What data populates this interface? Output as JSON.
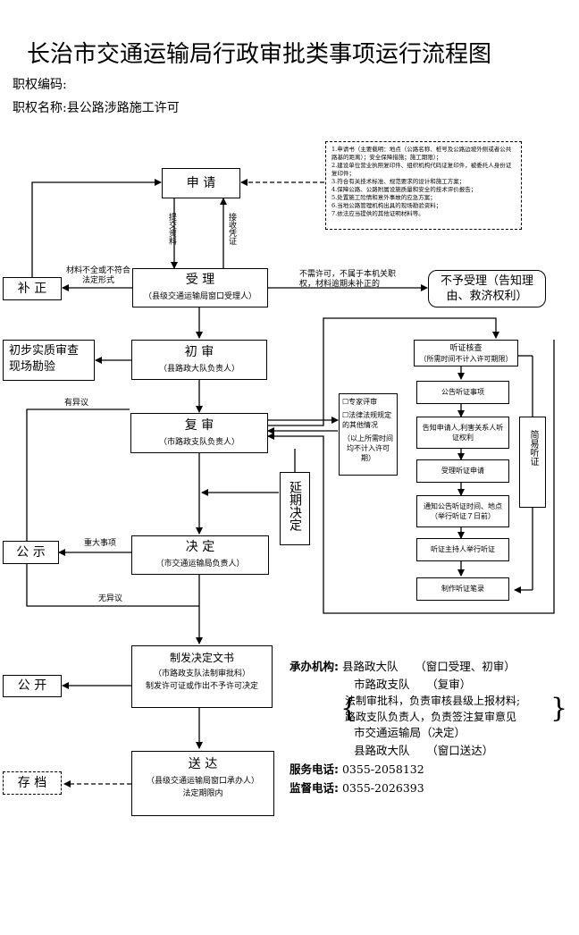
{
  "title": "长治市交通运输局行政审批类事项运行流程图",
  "code_label": "职权编码:",
  "name_label": "职权名称:",
  "name_value": "县公路涉路施工许可",
  "materials_list": [
    "1.申请书（主要载明：地点（公路名称、桩号及公路边坡外侧或者公共路基的距离）；安全保障措施；施工期限）；",
    "2.建设单位营业执照复印件、组织机构代码证复印件，被委托人身份证复印件；",
    "3.符合有关技术标准、规范要求的设计和施工方案；",
    "4.保障公路、公路附属设施质量和安全的技术评价报告；",
    "5.处置施工险情和意外事故的应急方案；",
    "6.当地公路管理机构出具的现场勘验资料；",
    "7.依法应当提供的其他证明材料等。"
  ],
  "nodes": {
    "apply": "申 请",
    "accept": "受 理",
    "accept_sub": "（县级交通运输局窗口受理人）",
    "supplement": "补 正",
    "reject": "不予受理（告知理由、救济权利）",
    "review1": "初 审",
    "review1_sub": "（县路政大队负责人）",
    "site_check": "初步实质审查现场勘验",
    "review2": "复 审",
    "review2_sub": "（市路政支队负责人）",
    "delay": "延期决定",
    "decide": "决 定",
    "decide_sub": "（市交通运输局负责人）",
    "publicize": "公 示",
    "document": "制发决定文书",
    "document_sub": "（市路政支队法制审批科）",
    "document_sub2": "制发许可证或作出不予许可决定",
    "announce": "公 开",
    "deliver": "送 达",
    "deliver_sub": "（县级交通运输局窗口承办人）",
    "deliver_sub2": "法定期限内",
    "archive": "存 档"
  },
  "expert": {
    "line1": "☐专家评审",
    "line2": "☐法律法规规定的其他情况",
    "line3": "（以上所需时间均不计入许可期）"
  },
  "hearing": {
    "title": "听证核查",
    "title_sub": "（所需时间不计入许可期限）",
    "steps": [
      "公告听证事项",
      "告知申请人,利害关系人听证权利",
      "受理听证申请",
      "通知公告听证时间、地点（举行听证７日前）",
      "听证主持人举行听证",
      "制作听证笔录"
    ],
    "simple": "简易听证"
  },
  "labels": {
    "submit": "提交资料",
    "receive": "接收凭证",
    "incomplete": "材料不全或不符合法定形式",
    "no_permit": "不需许可，不属于本机关职权，材料逾期未补正的",
    "objection": "有异议",
    "major": "重大事项",
    "no_objection": "无异议"
  },
  "info": {
    "org_label": "承办机构:",
    "rows": [
      "县路政大队　　（窗口受理、初审）",
      "市路政支队　　（复审）",
      "法制审批科，负责审核县级上报材料;",
      "路政支队负责人，负责签注复审意见",
      "市交通运输局（决定）",
      "县路政大队　　（窗口送达）"
    ],
    "service_label": "服务电话:",
    "service_phone": "0355-2058132",
    "supervise_label": "监督电话:",
    "supervise_phone": "0355-2026393"
  }
}
